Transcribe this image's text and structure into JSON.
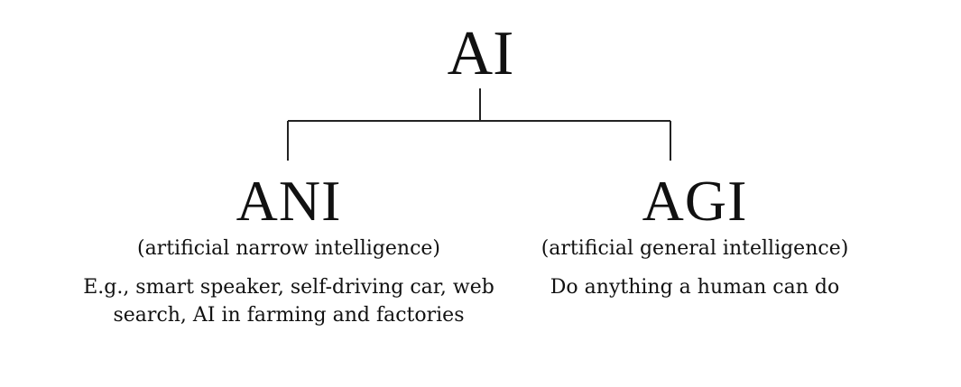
{
  "root": {
    "label": "AI"
  },
  "children": [
    {
      "title": "ANI",
      "subtitle": "(artificial narrow intelligence)",
      "description": "E.g., smart speaker, self-driving car, web search, AI in farming and factories"
    },
    {
      "title": "AGI",
      "subtitle": "(artificial general intelligence)",
      "description": "Do anything a human can do"
    }
  ],
  "colors": {
    "text": "#111111",
    "line": "#222222",
    "background": "#ffffff"
  }
}
